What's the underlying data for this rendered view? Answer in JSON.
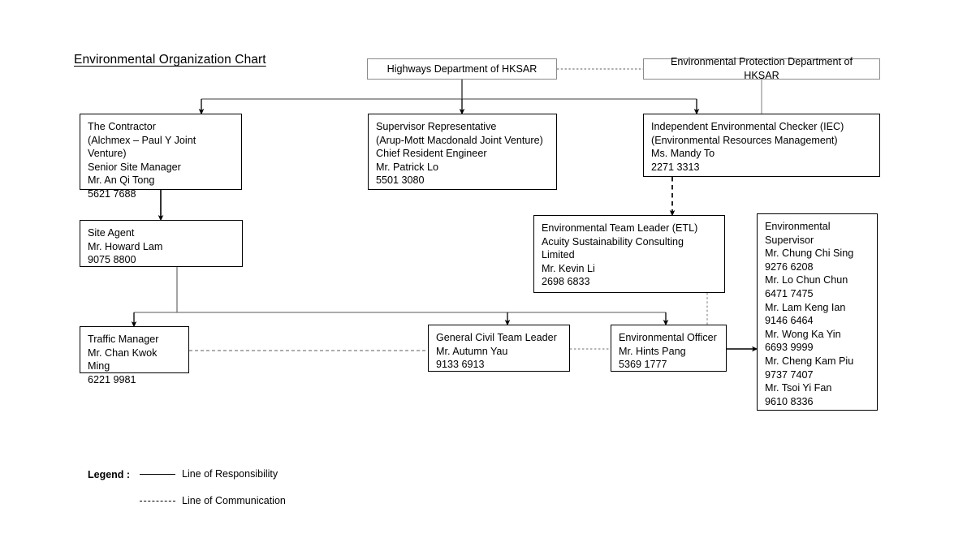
{
  "title": "Environmental Organization Chart",
  "boxes": {
    "highways": {
      "text": "Highways Department of HKSAR"
    },
    "epd": {
      "text": "Environmental Protection Department of HKSAR"
    },
    "contractor": {
      "text": "The Contractor\n(Alchmex – Paul Y Joint Venture)\nSenior Site Manager\nMr. An Qi Tong\n5621 7688"
    },
    "supervisor_rep": {
      "text": "Supervisor Representative\n(Arup-Mott Macdonald Joint Venture)\nChief Resident Engineer\nMr. Patrick Lo\n5501 3080"
    },
    "iec": {
      "text": "Independent Environmental Checker (IEC)\n(Environmental Resources Management)\nMs. Mandy To\n2271 3313"
    },
    "site_agent": {
      "text": "Site Agent\nMr. Howard Lam\n9075 8800"
    },
    "etl": {
      "text": "Environmental Team Leader (ETL)\nAcuity Sustainability Consulting\nLimited\nMr. Kevin Li\n2698 6833"
    },
    "env_supervisor": {
      "text": "Environmental\nSupervisor\nMr. Chung Chi Sing\n9276 6208\nMr. Lo Chun Chun\n6471 7475\nMr. Lam Keng Ian\n9146 6464\nMr. Wong Ka Yin\n6693 9999\nMr. Cheng Kam Piu\n9737 7407\nMr. Tsoi Yi Fan\n9610 8336"
    },
    "traffic_manager": {
      "text": "Traffic Manager\nMr. Chan Kwok Ming\n6221 9981"
    },
    "general_civil": {
      "text": "General Civil Team Leader\nMr. Autumn Yau\n9133 6913"
    },
    "env_officer": {
      "text": "Environmental Officer\nMr. Hints Pang\n5369 1777"
    }
  },
  "legend": {
    "label": "Legend :",
    "responsibility": "Line of Responsibility",
    "communication": "Line of Communication"
  },
  "chart_data": {
    "type": "diagram",
    "title": "Environmental Organization Chart",
    "nodes": [
      {
        "id": "highways",
        "label": "Highways Department of HKSAR",
        "level": 0
      },
      {
        "id": "epd",
        "label": "Environmental Protection Department of HKSAR",
        "level": 0
      },
      {
        "id": "contractor",
        "label": "The Contractor",
        "organisation": "Alchmex – Paul Y Joint Venture",
        "role": "Senior Site Manager",
        "person": "Mr. An Qi Tong",
        "phone": "5621 7688",
        "level": 1
      },
      {
        "id": "supervisor_rep",
        "label": "Supervisor Representative",
        "organisation": "Arup-Mott Macdonald Joint Venture",
        "role": "Chief Resident Engineer",
        "person": "Mr. Patrick Lo",
        "phone": "5501 3080",
        "level": 1
      },
      {
        "id": "iec",
        "label": "Independent Environmental Checker (IEC)",
        "organisation": "Environmental Resources Management",
        "person": "Ms. Mandy To",
        "phone": "2271 3313",
        "level": 1
      },
      {
        "id": "site_agent",
        "label": "Site Agent",
        "person": "Mr. Howard Lam",
        "phone": "9075 8800",
        "level": 2
      },
      {
        "id": "etl",
        "label": "Environmental Team Leader (ETL)",
        "organisation": "Acuity Sustainability Consulting Limited",
        "person": "Mr. Kevin Li",
        "phone": "2698 6833",
        "level": 2
      },
      {
        "id": "env_supervisor",
        "label": "Environmental Supervisor",
        "people": [
          {
            "person": "Mr. Chung Chi Sing",
            "phone": "9276 6208"
          },
          {
            "person": "Mr. Lo Chun Chun",
            "phone": "6471 7475"
          },
          {
            "person": "Mr. Lam Keng Ian",
            "phone": "9146 6464"
          },
          {
            "person": "Mr. Wong Ka Yin",
            "phone": "6693 9999"
          },
          {
            "person": "Mr. Cheng Kam Piu",
            "phone": "9737 7407"
          },
          {
            "person": "Mr. Tsoi Yi Fan",
            "phone": "9610 8336"
          }
        ],
        "level": 3
      },
      {
        "id": "traffic_manager",
        "label": "Traffic Manager",
        "person": "Mr. Chan Kwok Ming",
        "phone": "6221 9981",
        "level": 3
      },
      {
        "id": "general_civil",
        "label": "General Civil Team Leader",
        "person": "Mr. Autumn Yau",
        "phone": "9133 6913",
        "level": 3
      },
      {
        "id": "env_officer",
        "label": "Environmental Officer",
        "person": "Mr. Hints Pang",
        "phone": "5369 1777",
        "level": 3
      }
    ],
    "edges": [
      {
        "from": "highways",
        "to": "epd",
        "style": "communication"
      },
      {
        "from": "highways",
        "to": "contractor",
        "style": "responsibility"
      },
      {
        "from": "highways",
        "to": "supervisor_rep",
        "style": "responsibility"
      },
      {
        "from": "highways",
        "to": "iec",
        "style": "responsibility"
      },
      {
        "from": "epd",
        "to": "iec",
        "style": "responsibility"
      },
      {
        "from": "contractor",
        "to": "site_agent",
        "style": "responsibility"
      },
      {
        "from": "iec",
        "to": "etl",
        "style": "communication"
      },
      {
        "from": "site_agent",
        "to": "traffic_manager",
        "style": "responsibility"
      },
      {
        "from": "site_agent",
        "to": "general_civil",
        "style": "responsibility"
      },
      {
        "from": "site_agent",
        "to": "env_officer",
        "style": "responsibility"
      },
      {
        "from": "etl",
        "to": "env_officer",
        "style": "communication"
      },
      {
        "from": "traffic_manager",
        "to": "general_civil",
        "style": "communication"
      },
      {
        "from": "general_civil",
        "to": "env_officer",
        "style": "communication"
      },
      {
        "from": "env_officer",
        "to": "env_supervisor",
        "style": "responsibility"
      }
    ],
    "legend": [
      {
        "style": "responsibility",
        "label": "Line of Responsibility"
      },
      {
        "style": "communication",
        "label": "Line of Communication"
      }
    ]
  }
}
